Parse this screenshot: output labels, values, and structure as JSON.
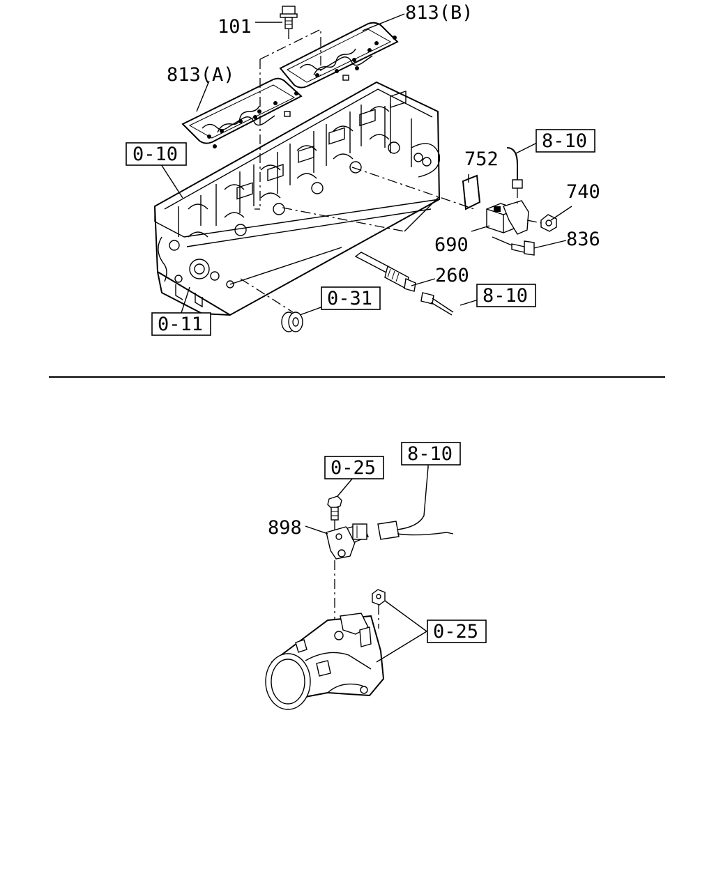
{
  "callouts": {
    "p101": "101",
    "p813b": "813(B)",
    "p813a": "813(A)",
    "p752": "752",
    "p740": "740",
    "p690": "690",
    "p836": "836",
    "p260": "260",
    "p898": "898"
  },
  "refs": {
    "r0_10": "0-10",
    "r8_10_top": "8-10",
    "r0_31": "0-31",
    "r8_10_mid": "8-10",
    "r0_11": "0-11",
    "r0_25_top": "0-25",
    "r8_10_bottom": "8-10",
    "r0_25_right": "0-25"
  },
  "icons": [
    "bolt-icon",
    "gasket-icon",
    "cylinder-head-icon",
    "sensor-icon",
    "connector-icon",
    "nut-icon",
    "plug-icon",
    "throttle-body-icon"
  ]
}
